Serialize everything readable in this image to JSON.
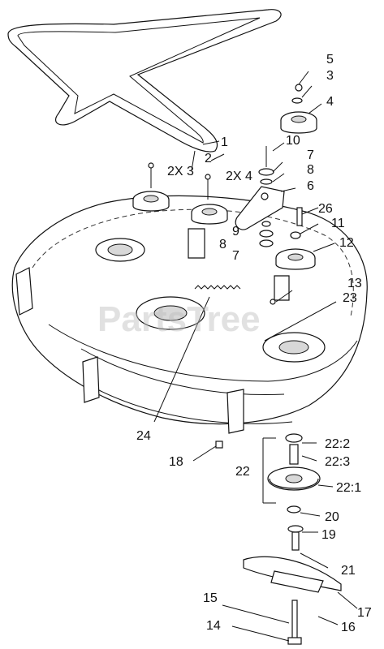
{
  "watermark": "PartsTree",
  "callouts": {
    "c1": "1",
    "c2": "2",
    "c3": "3",
    "c4": "4",
    "c5": "5",
    "c6": "6",
    "c7a": "7",
    "c7b": "7",
    "c8a": "8",
    "c8b": "8",
    "c9": "9",
    "c10": "10",
    "c11": "11",
    "c12": "12",
    "c13": "13",
    "c14": "14",
    "c15": "15",
    "c16": "16",
    "c17": "17",
    "c18": "18",
    "c19": "19",
    "c20": "20",
    "c21": "21",
    "c22": "22",
    "c22_1": "22:1",
    "c22_2": "22:2",
    "c22_3": "22:3",
    "c23": "23",
    "c24": "24",
    "c26": "26",
    "c2x3": "2X 3",
    "c2x4": "2X 4"
  }
}
